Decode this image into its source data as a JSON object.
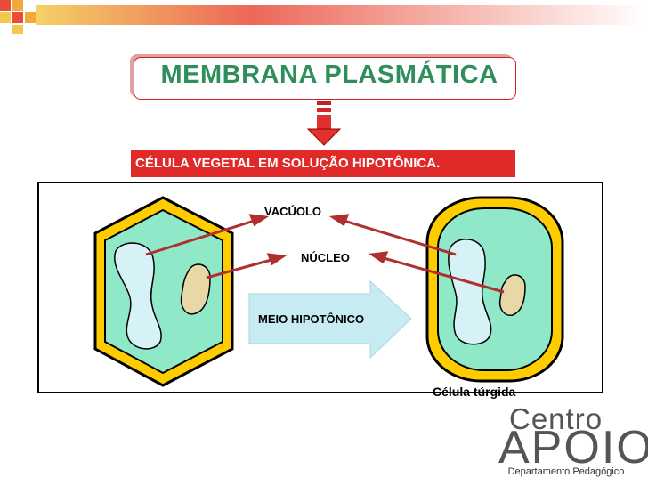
{
  "title": "MEMBRANA PLASMÁTICA",
  "subtitle": "CÉLULA VEGETAL EM SOLUÇÃO HIPOTÔNICA.",
  "diagram": {
    "vacuolo_label": "VACÚOLO",
    "nucleo_label": "NÚCLEO",
    "arrow_label": "MEIO HIPOTÔNICO",
    "caption": "Célula túrgida"
  },
  "logo": {
    "line1": "Centro",
    "line2": "APOIO",
    "line3": "Departamento Pedagógico"
  },
  "colors": {
    "title_green": "#2f8f5b",
    "subtitle_red": "#e02a2a",
    "cell_wall_yellow": "#ffcc00",
    "cytoplasm": "#8fe8c8",
    "vacuole": "#d6f2f6",
    "nucleus": "#e8d8a8"
  }
}
